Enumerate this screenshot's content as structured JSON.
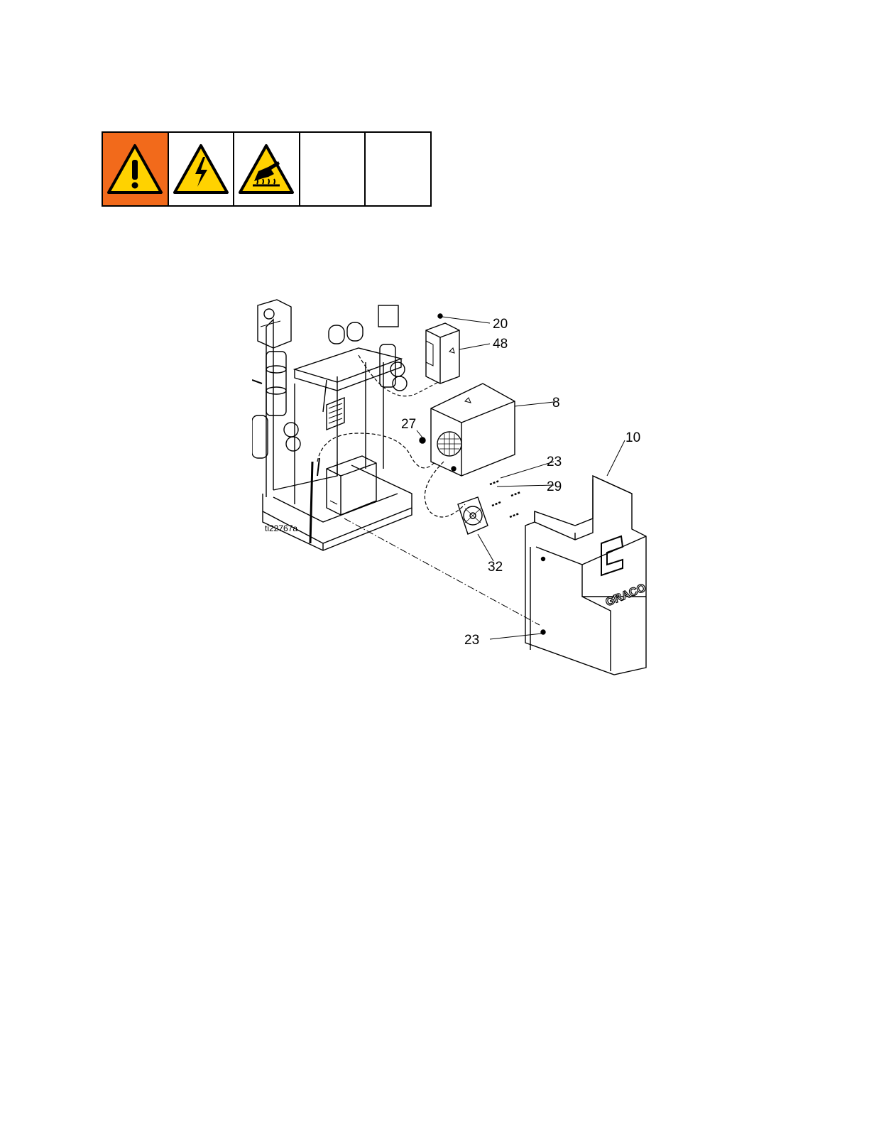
{
  "warnings": {
    "icons": [
      "general-warning-icon",
      "electric-shock-icon",
      "hot-surface-icon",
      "",
      ""
    ],
    "colors": {
      "orange_cell": "#f26a1b",
      "triangle_fill": "#ffd200"
    }
  },
  "figure": {
    "id_label": "ti22767a",
    "brand_text": "GRACO",
    "callouts": {
      "c20": "20",
      "c48": "48",
      "c8": "8",
      "c27": "27",
      "c10": "10",
      "c23_top": "23",
      "c29": "29",
      "c32": "32",
      "c23_bottom": "23"
    }
  }
}
